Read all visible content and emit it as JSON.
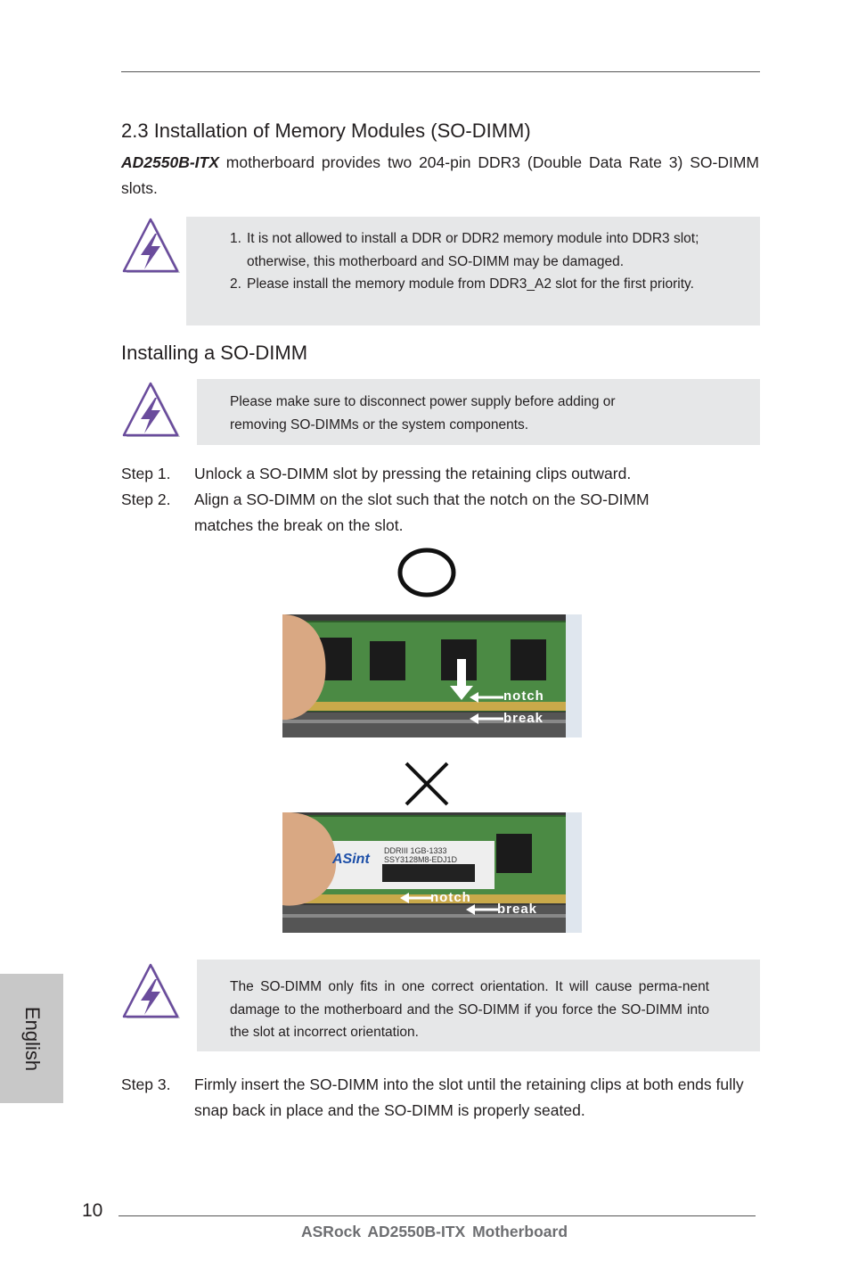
{
  "section": {
    "title": "2.3 Installation of Memory Modules (SO-DIMM)",
    "intro_model": "AD2550B-ITX",
    "intro_text": " motherboard provides two 204-pin DDR3 (Double Data Rate 3) SO-DIMM slots."
  },
  "notes": {
    "first": [
      {
        "num": "1.",
        "text": "It is not allowed to install a DDR or DDR2 memory module into DDR3 slot; otherwise, this motherboard and SO-DIMM may be damaged."
      },
      {
        "num": "2.",
        "text": "Please install the memory module from DDR3_A2 slot for the first priority."
      }
    ],
    "second": "Please make sure to disconnect power supply before adding or removing SO-DIMMs or the system components.",
    "third": "The SO-DIMM only fits in one correct orientation. It will cause perma-nent damage to the motherboard and the SO-DIMM if you force the SO-DIMM into the slot at incorrect orientation."
  },
  "subsection": {
    "title": "Installing a SO-DIMM"
  },
  "steps": [
    {
      "label": "Step 1.",
      "text": "Unlock a SO-DIMM slot by pressing the retaining clips outward."
    },
    {
      "label": "Step 2.",
      "text": "Align a SO-DIMM on the slot such that the notch on the SO-DIMM matches the break on the slot."
    },
    {
      "label": "Step 3.",
      "text": "Firmly insert the SO-DIMM into the slot until the retaining clips at both ends fully snap back in place and the SO-DIMM is properly seated."
    }
  ],
  "figures": {
    "correct": {
      "notch_label": "notch",
      "break_label": "break"
    },
    "incorrect": {
      "notch_label": "notch",
      "break_label": "break",
      "sticker_brand": "ASint",
      "sticker_line1": "DDRIII 1GB-1333",
      "sticker_line2": "SSY3128M8-EDJ1D"
    }
  },
  "sidebar": {
    "language_tab": "English"
  },
  "footer": {
    "page_number": "10",
    "title": "ASRock  AD2550B-ITX  Motherboard"
  },
  "colors": {
    "note_bg": "#e6e7e8",
    "tab_bg": "#c8c8c8",
    "pcb_green": "#3f7a3a",
    "warning_purple": "#6a4c9c"
  }
}
